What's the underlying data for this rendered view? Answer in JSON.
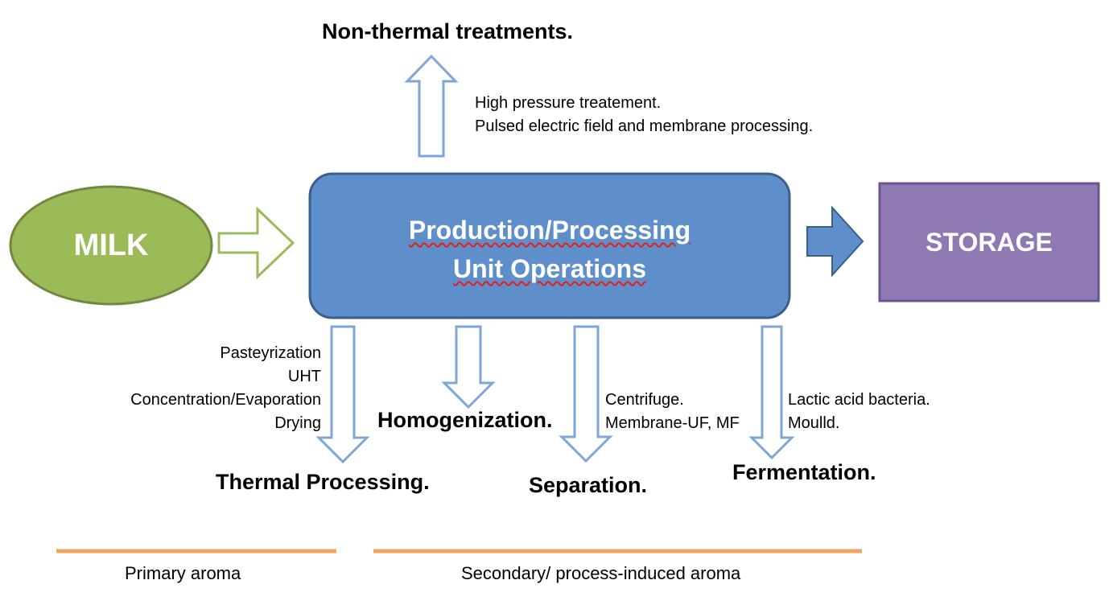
{
  "nodes": {
    "milk": "MILK",
    "process_line1": "Production/Processing",
    "process_line2": "Unit Operations",
    "storage": "STORAGE"
  },
  "branches": {
    "non_thermal": {
      "title": "Non-thermal treatments.",
      "details": [
        "High pressure treatement.",
        "Pulsed electric field and membrane processing."
      ]
    },
    "thermal": {
      "title": "Thermal Processing.",
      "details": [
        "Pasteyrization",
        "UHT",
        "Concentration/Evaporation",
        "Drying"
      ]
    },
    "homogenization": {
      "title": "Homogenization."
    },
    "separation": {
      "title": "Separation.",
      "details": [
        "Centrifuge.",
        "Membrane-UF, MF"
      ]
    },
    "fermentation": {
      "title": "Fermentation.",
      "details": [
        "Lactic  acid bacteria.",
        "Moulld."
      ]
    }
  },
  "aroma": {
    "primary": "Primary aroma",
    "secondary": "Secondary/ process-induced aroma"
  },
  "colors": {
    "milk_fill": "#9bbb59",
    "milk_stroke": "#71893f",
    "process_fill": "#5f8fca",
    "process_stroke": "#3a5f8a",
    "storage_fill": "#8e79b3",
    "storage_stroke": "#6b5590",
    "arrow_outline": "#7ea6d6",
    "aroma_line": "#f0a660"
  }
}
